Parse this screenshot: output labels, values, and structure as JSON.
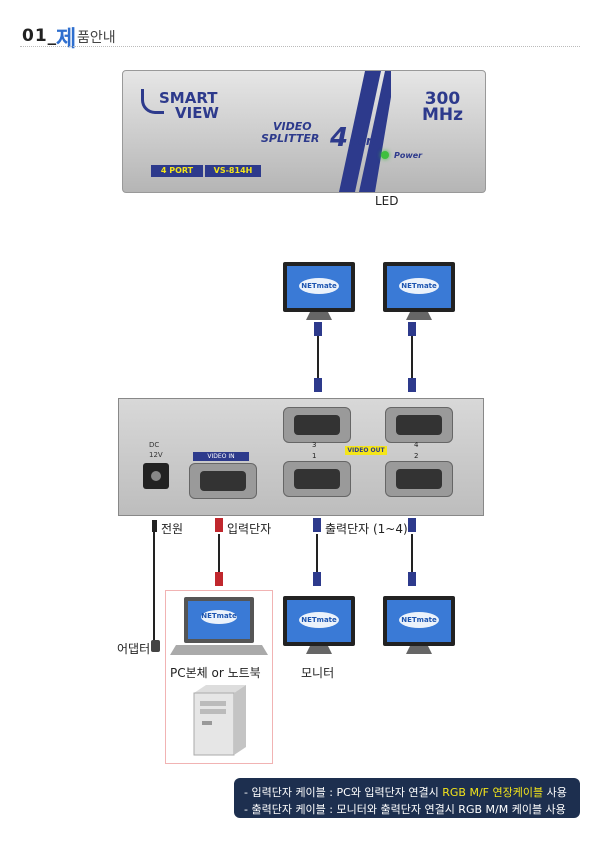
{
  "heading": {
    "number": "01_",
    "accent": "제",
    "rest": "품안내"
  },
  "device_front": {
    "brand_line1": "SMART",
    "brand_line2": "VIEW",
    "freq_value": "300",
    "freq_unit": "MHz",
    "video_line1": "VIDEO",
    "video_line2": "SPLITTER",
    "four": "4",
    "port": "port",
    "ports_badge": "4 PORT",
    "model_badge": "VS-814H",
    "power_label": "Power"
  },
  "device_back": {
    "dc_label": "DC",
    "volt_label": "12V",
    "video_in": "VIDEO IN",
    "video_out": "VIDEO OUT",
    "port_nums": [
      "3",
      "4",
      "1",
      "2"
    ]
  },
  "monitor_brand": "NETmate",
  "labels": {
    "led": "LED",
    "power": "전원",
    "input": "입력단자",
    "output": "출력단자 (1~4)",
    "adapter": "어댑터",
    "pc": "PC본체 or 노트북",
    "monitor": "모니터"
  },
  "notes": {
    "line1_a": "- 입력단자 케이블 : PC와 입력단자 연결시 ",
    "line1_hl": "RGB M/F 연장케이블",
    "line1_b": " 사용",
    "line2": "- 출력단자 케이블 : 모니터와 출력단자 연결시 RGB M/M 케이블 사용"
  },
  "colors": {
    "accent": "#2f6fcf",
    "stripe": "#2d3a8c",
    "note_bg": "#1d2f4f",
    "note_hl": "#f4e51a",
    "led": "#3fbf3f"
  }
}
